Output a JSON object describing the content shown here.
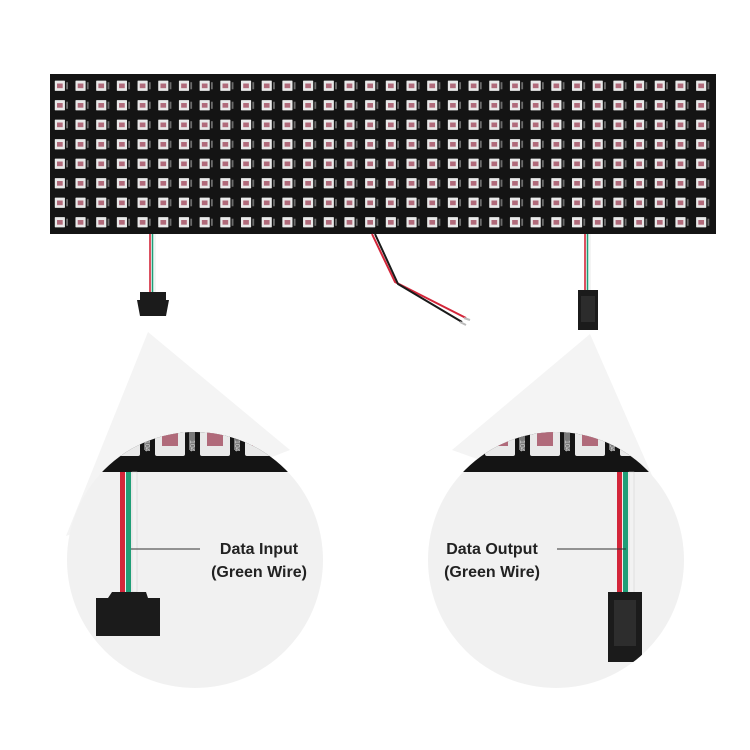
{
  "callouts": {
    "input": {
      "line1": "Data Input",
      "line2": "(Green Wire)"
    },
    "output": {
      "line1": "Data Output",
      "line2": "(Green Wire)"
    }
  },
  "panel": {
    "rows": 8,
    "columns": 32,
    "chip_label": "104"
  },
  "colors": {
    "pcb": "#141414",
    "led_body": "#e9e9e9",
    "led_die": "#b06a7a",
    "wire_red": "#d3263a",
    "wire_green": "#1f9e77",
    "wire_white": "#f2f2f2",
    "wire_black": "#1a1a1a",
    "connector": "#1b1b1b",
    "magnifier": "#f1f1f1",
    "magnifier_cone": "#f4f4f4"
  }
}
